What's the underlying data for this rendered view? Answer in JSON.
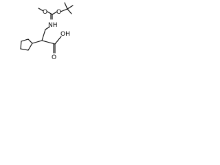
{
  "structure": {
    "atoms": {
      "o_upper_left": "O",
      "o_upper_right": "O",
      "nh": "NH",
      "o_acid_dbl": "O",
      "oh": "OH"
    },
    "colors": {
      "bond": "#000000",
      "text": "#000000",
      "background": "#ffffff"
    }
  }
}
